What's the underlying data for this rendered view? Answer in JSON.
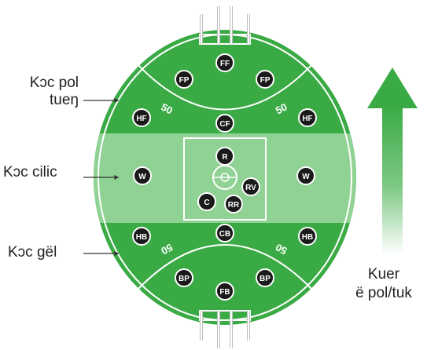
{
  "zone_labels": {
    "forward_line1": "Kɔc pol",
    "forward_line2": "tueŋ",
    "centre": "Kɔc cilic",
    "back": "Kɔc gël"
  },
  "arc_label": "50",
  "direction_arrow": {
    "line1": "Kuer",
    "line2": "ë pol/tuk"
  },
  "positions": [
    {
      "id": "ff",
      "code": "FF"
    },
    {
      "id": "fp-left",
      "code": "FP"
    },
    {
      "id": "fp-right",
      "code": "FP"
    },
    {
      "id": "hf-left",
      "code": "HF"
    },
    {
      "id": "cf",
      "code": "CF"
    },
    {
      "id": "hf-right",
      "code": "HF"
    },
    {
      "id": "w-left",
      "code": "W"
    },
    {
      "id": "r",
      "code": "R"
    },
    {
      "id": "rv",
      "code": "RV"
    },
    {
      "id": "c",
      "code": "C"
    },
    {
      "id": "rr",
      "code": "RR"
    },
    {
      "id": "w-right",
      "code": "W"
    },
    {
      "id": "hb-left",
      "code": "HB"
    },
    {
      "id": "cb",
      "code": "CB"
    },
    {
      "id": "hb-right",
      "code": "HB"
    },
    {
      "id": "bp-left",
      "code": "BP"
    },
    {
      "id": "fb",
      "code": "FB"
    },
    {
      "id": "bp-right",
      "code": "BP"
    }
  ],
  "colors": {
    "field_dark": "#3aaa45",
    "field_light": "#88d18c",
    "centre_band": "#8fd293",
    "arrow_top": "#3aaa45",
    "arrow_bottom": "#ffffff",
    "player": "#1a1a1a"
  }
}
